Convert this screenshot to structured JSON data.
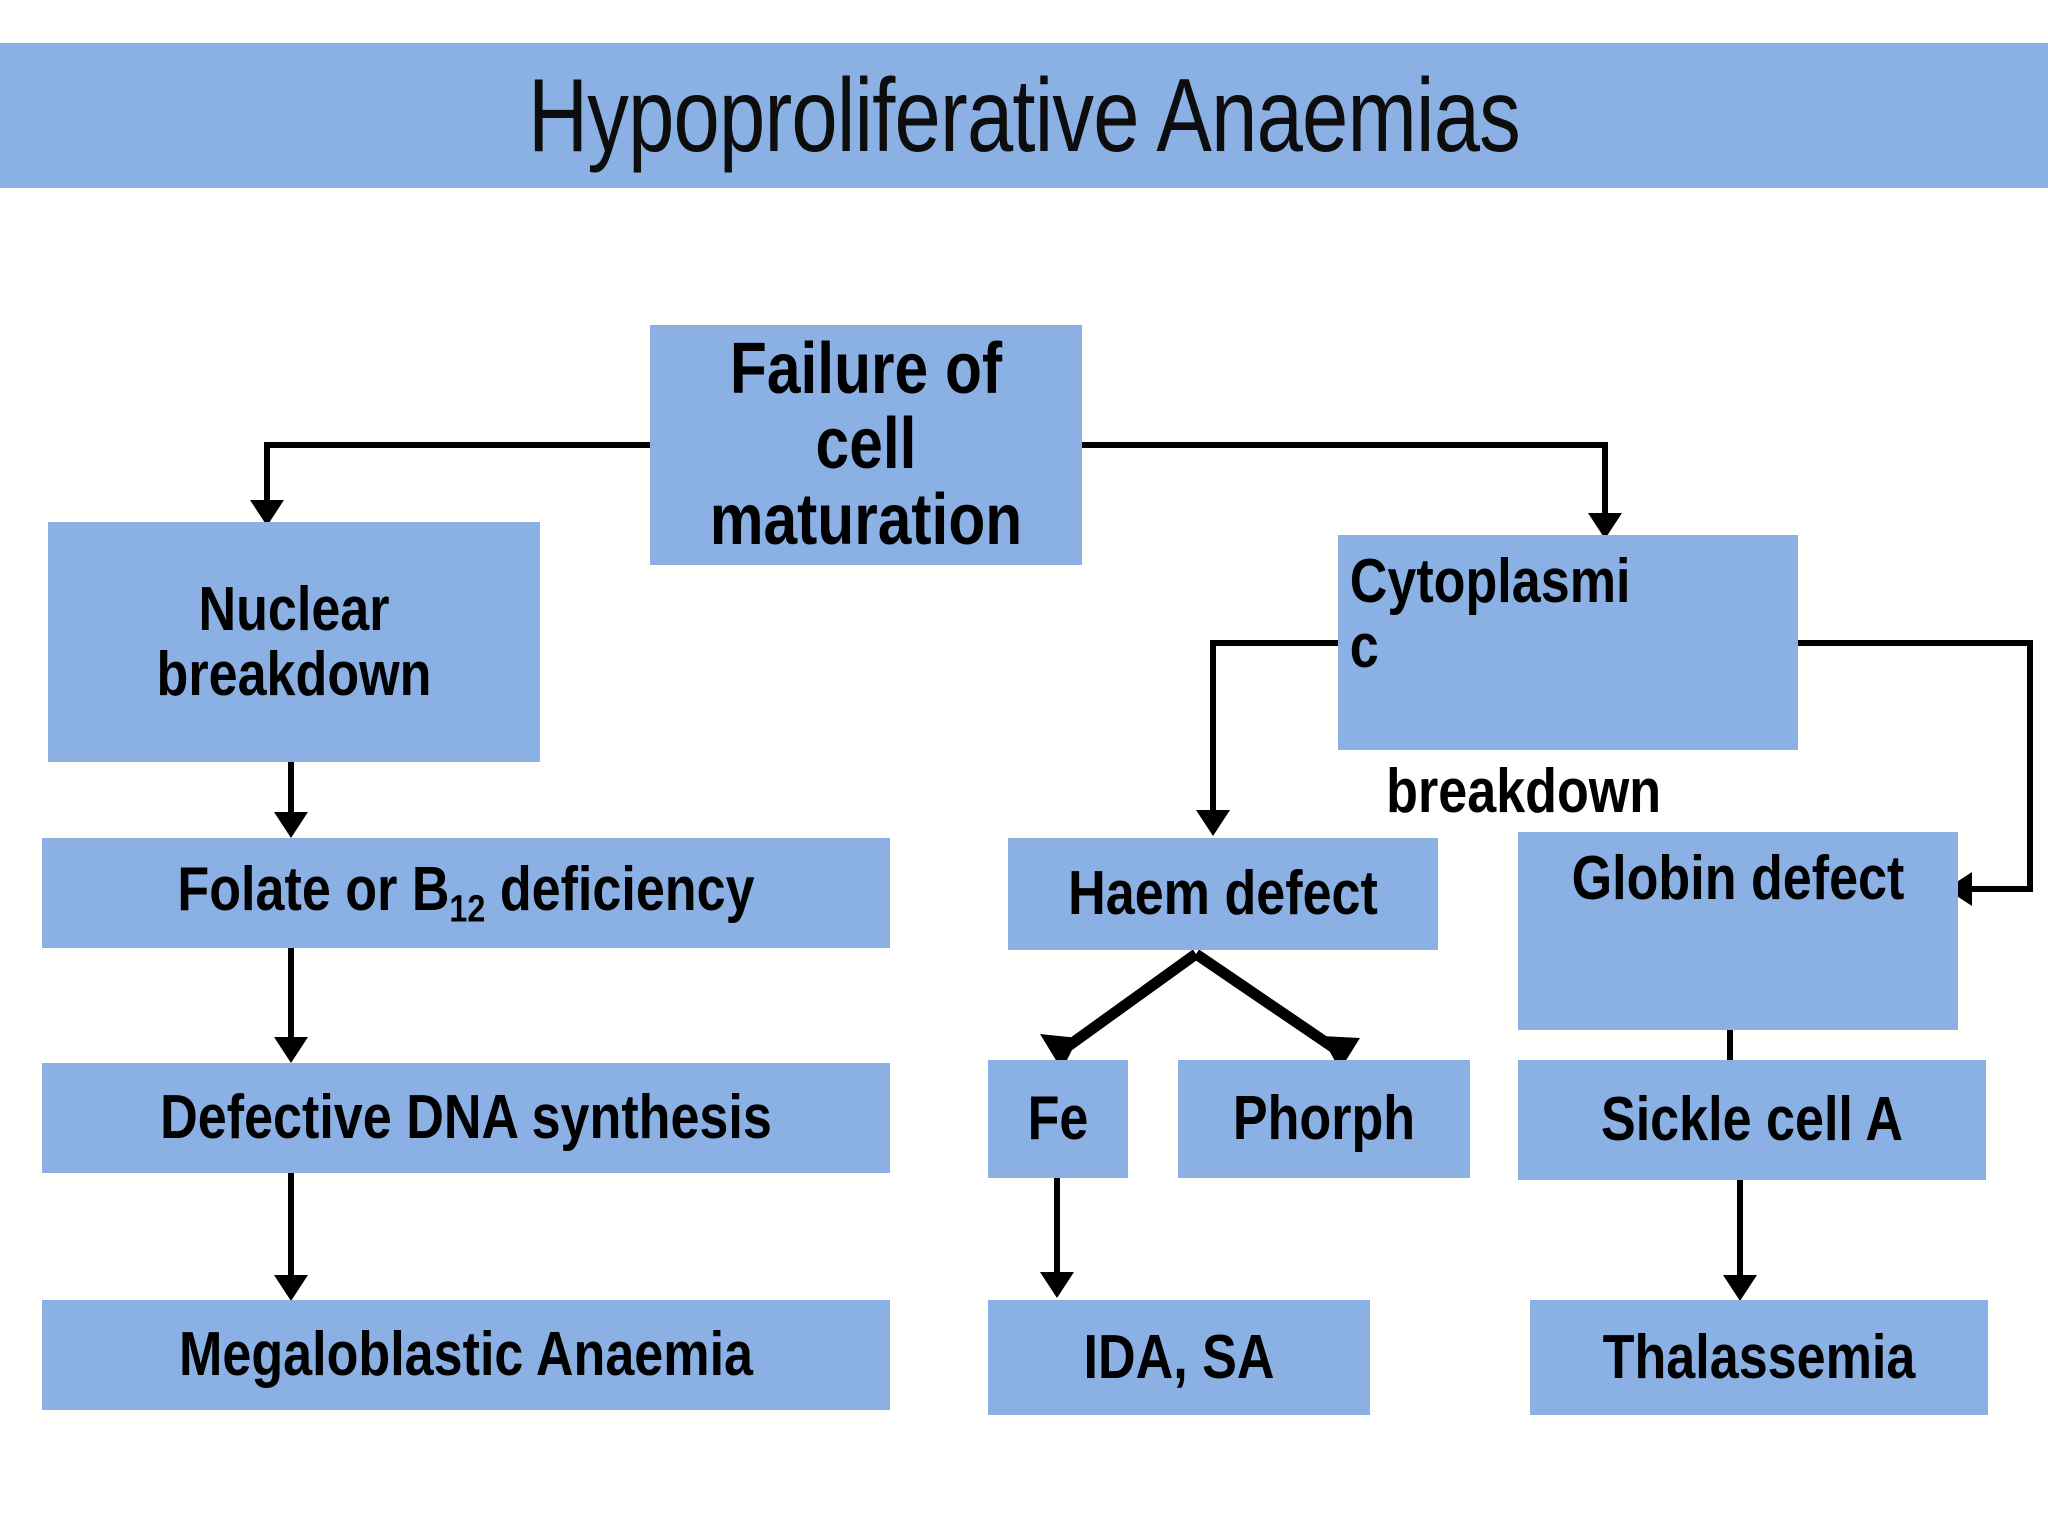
{
  "slide": {
    "title": "Hypoproliferative Anaemias",
    "background_color": "#FFFFFD",
    "accent_color": "#8BB0E3",
    "connector_color": "#000000",
    "text_color": "#000000"
  },
  "diagram": {
    "type": "flowchart",
    "nodes": [
      {
        "id": "root",
        "label": "Failure of cell\nmaturation"
      },
      {
        "id": "nuclear",
        "label": "Nuclear\nbreakdown"
      },
      {
        "id": "cyto_box",
        "label": "Cytoplasmi\nc"
      },
      {
        "id": "cyto_tail",
        "label": "breakdown"
      },
      {
        "id": "folate",
        "label_prefix": "Folate or B",
        "label_sub": "12",
        "label_suffix": " deficiency"
      },
      {
        "id": "haem",
        "label": "Haem defect"
      },
      {
        "id": "globin",
        "label": "Globin defect"
      },
      {
        "id": "dna",
        "label": "Defective DNA synthesis"
      },
      {
        "id": "fe",
        "label": "Fe"
      },
      {
        "id": "phorph",
        "label": "Phorph"
      },
      {
        "id": "sickle",
        "label": "Sickle cell A"
      },
      {
        "id": "megalo",
        "label": "Megaloblastic Anaemia"
      },
      {
        "id": "ida",
        "label": "IDA, SA"
      },
      {
        "id": "thal",
        "label": "Thalassemia"
      }
    ],
    "edges": [
      {
        "from": "root",
        "to": "nuclear",
        "style": "elbow-left-down",
        "arrow": "down"
      },
      {
        "from": "root",
        "to": "cyto_box",
        "style": "elbow-right-down",
        "arrow": "down"
      },
      {
        "from": "nuclear",
        "to": "folate",
        "style": "straight-down",
        "arrow": "down"
      },
      {
        "from": "folate",
        "to": "dna",
        "style": "straight-down",
        "arrow": "down"
      },
      {
        "from": "dna",
        "to": "megalo",
        "style": "straight-down",
        "arrow": "down"
      },
      {
        "from": "cyto_box",
        "to": "haem",
        "style": "elbow-left-down",
        "arrow": "down"
      },
      {
        "from": "cyto_box",
        "to": "globin",
        "style": "elbow-right-down-left",
        "arrow": "left"
      },
      {
        "from": "haem",
        "to": "fe",
        "style": "diagonal-left",
        "arrow": "down"
      },
      {
        "from": "haem",
        "to": "phorph",
        "style": "diagonal-right",
        "arrow": "down"
      },
      {
        "from": "fe",
        "to": "ida",
        "style": "straight-down",
        "arrow": "down"
      },
      {
        "from": "globin",
        "to": "sickle",
        "style": "straight-down",
        "arrow": "none"
      },
      {
        "from": "sickle",
        "to": "thal",
        "style": "straight-down",
        "arrow": "down"
      }
    ]
  }
}
